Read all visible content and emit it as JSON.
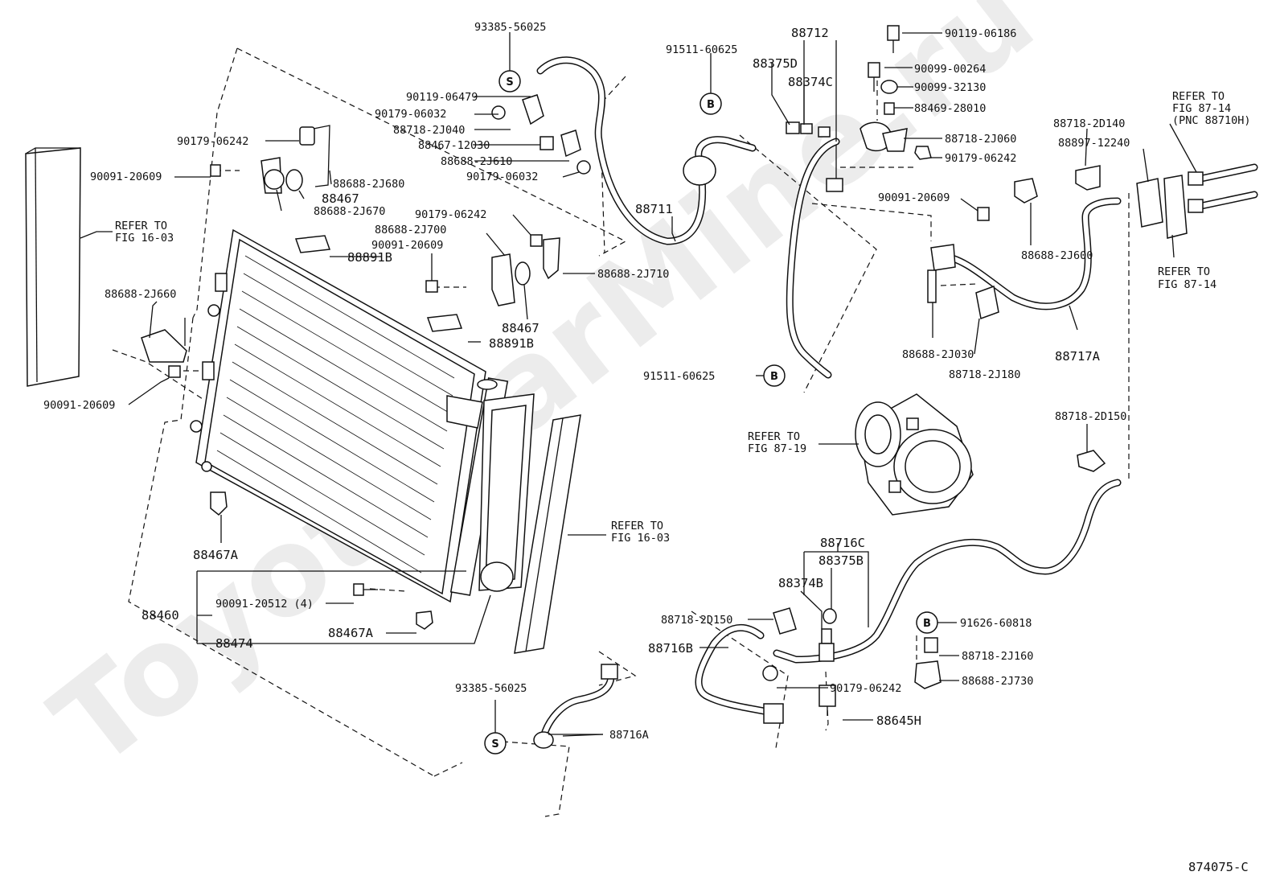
{
  "watermark": "ToyotaCarMine.ru",
  "figure_id": "874075-C",
  "badges": {
    "s": "S",
    "b": "B"
  },
  "refs": {
    "fig1603_a_1": "REFER TO",
    "fig1603_a_2": "FIG 16-03",
    "fig1603_b_1": "REFER TO",
    "fig1603_b_2": "FIG 16-03",
    "fig8719_1": "REFER TO",
    "fig8719_2": "FIG 87-19",
    "fig8714_a_1": "REFER TO",
    "fig8714_a_2": "FIG 87-14",
    "fig8714_a_3": "(PNC 88710H)",
    "fig8714_b_1": "REFER TO",
    "fig8714_b_2": "FIG 87-14"
  },
  "labels": {
    "p93385_top": "93385-56025",
    "p90119_06479": "90119-06479",
    "p90179_06032_a": "90179-06032",
    "p88718_2J040": "88718-2J040",
    "p88467_12030": "88467-12030",
    "p88688_2J610": "88688-2J610",
    "p90179_06032_b": "90179-06032",
    "p90179_06242_a": "90179-06242",
    "p90091_20609_a": "90091-20609",
    "p88688_2J680": "88688-2J680",
    "p88467_a": "88467",
    "p88688_2J670": "88688-2J670",
    "p90179_06242_b": "90179-06242",
    "p88688_2J700": "88688-2J700",
    "p90091_20609_b": "90091-20609",
    "p88688_2J710": "88688-2J710",
    "p88891B_a": "88891B",
    "p88467_b": "88467",
    "p88891B_b": "88891B",
    "p88688_2J660": "88688-2J660",
    "p90091_20609_c": "90091-20609",
    "p88467A_a": "88467A",
    "p88460": "88460",
    "p90091_20512": "90091-20512 (4)",
    "p88467A_b": "88467A",
    "p88474": "88474",
    "p93385_bottom": "93385-56025",
    "p88716A": "88716A",
    "p91511_a": "91511-60625",
    "p88711": "88711",
    "p88712": "88712",
    "p88375D": "88375D",
    "p88374C": "88374C",
    "p90119_06186": "90119-06186",
    "p90099_00264": "90099-00264",
    "p90099_32130": "90099-32130",
    "p88469_28010": "88469-28010",
    "p88718_2J060": "88718-2J060",
    "p90179_06242_c": "90179-06242",
    "p91511_b": "91511-60625",
    "p90091_20609_d": "90091-20609",
    "p88688_2J600": "88688-2J600",
    "p88718_2D140": "88718-2D140",
    "p88897_12240": "88897-12240",
    "p88717A": "88717A",
    "p88688_2J030": "88688-2J030",
    "p88718_2J180": "88718-2J180",
    "p88718_2D150_a": "88718-2D150",
    "p88716C": "88716C",
    "p88375B": "88375B",
    "p88374B": "88374B",
    "p88718_2D150_b": "88718-2D150",
    "p88716B": "88716B",
    "p91626_60818": "91626-60818",
    "p88718_2J160": "88718-2J160",
    "p88688_2J730": "88688-2J730",
    "p90179_06242_d": "90179-06242",
    "p88645H": "88645H"
  }
}
